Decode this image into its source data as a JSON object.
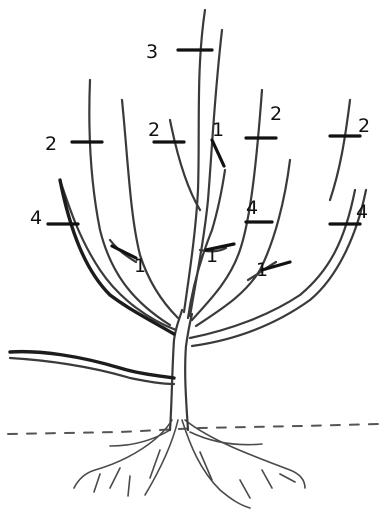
{
  "labels": {
    "l3": "3",
    "l2a": "2",
    "l2b": "2",
    "l2c": "2",
    "l2d": "2",
    "l4a": "4",
    "l4b": "4",
    "l4c": "4",
    "l1a": "1",
    "l1b": "1",
    "l1c": "1",
    "l1d": "1"
  }
}
